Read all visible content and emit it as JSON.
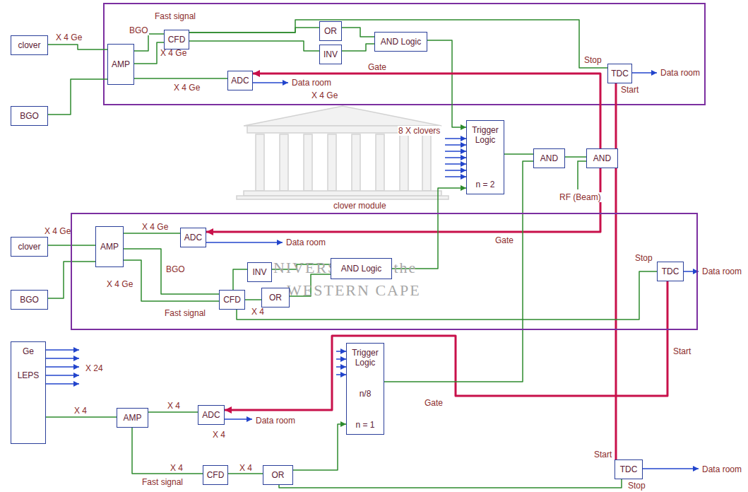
{
  "diagram": {
    "nodes": [
      {
        "text": [
          "clover"
        ]
      },
      {
        "text": [
          "BGO"
        ]
      },
      {
        "text": [
          "AMP"
        ]
      },
      {
        "text": [
          "CFD"
        ]
      },
      {
        "text": [
          "OR"
        ]
      },
      {
        "text": [
          "INV"
        ]
      },
      {
        "text": [
          "AND Logic"
        ]
      },
      {
        "text": [
          "ADC"
        ]
      },
      {
        "text": [
          "TDC"
        ]
      },
      {
        "text": [
          "Trigger Logic",
          "n = 2"
        ]
      },
      {
        "text": [
          "AND"
        ]
      },
      {
        "text": [
          "AND"
        ]
      },
      {
        "text": [
          "clover module"
        ]
      },
      {
        "text": [
          "clover"
        ]
      },
      {
        "text": [
          "BGO"
        ]
      },
      {
        "text": [
          "AMP"
        ],
        "in": 12
      },
      {
        "text": [
          "ADC"
        ],
        "in": 12
      },
      {
        "text": [
          "INV"
        ],
        "in": 12
      },
      {
        "text": [
          "AND Logic"
        ],
        "in": 12
      },
      {
        "text": [
          "CFD"
        ],
        "in": 12
      },
      {
        "text": [
          "OR"
        ],
        "in": 12
      },
      {
        "text": [
          "TDC"
        ],
        "in": 12
      },
      {
        "text": [
          "Ge",
          "LEPS"
        ]
      },
      {
        "text": [
          "AMP"
        ]
      },
      {
        "text": [
          "ADC"
        ]
      },
      {
        "text": [
          "CFD"
        ]
      },
      {
        "text": [
          "OR"
        ]
      },
      {
        "text": [
          "Trigger Logic",
          "n/8",
          "n = 1"
        ]
      },
      {
        "text": [
          "TDC"
        ]
      }
    ],
    "edges": [
      {
        "from": 0,
        "to": 2,
        "arrow": "none"
      },
      {
        "from": 1,
        "to": 2,
        "arrow": "none"
      },
      {
        "from": 2,
        "to": 3,
        "arrow": "none"
      },
      {
        "from": 2,
        "to": 3,
        "arrow": "none"
      },
      {
        "from": 2,
        "to": 7,
        "arrow": "none"
      },
      {
        "from": 3,
        "to": 4,
        "arrow": "none"
      },
      {
        "from": 3,
        "to": 5,
        "arrow": "none"
      },
      {
        "from": 4,
        "to": 6,
        "arrow": "none"
      },
      {
        "from": 5,
        "to": 6,
        "arrow": "none"
      },
      {
        "from": 3,
        "to": 8,
        "arrow": "none"
      },
      {
        "from": 6,
        "to": 9,
        "arrow": "to"
      },
      {
        "from": 9,
        "to": 10,
        "arrow": "none"
      },
      {
        "from": 10,
        "to": 11,
        "arrow": "none"
      },
      {
        "from": 11,
        "to": 7,
        "arrow": "to"
      },
      {
        "from": 11,
        "to": 8,
        "arrow": "none"
      },
      {
        "from": 11,
        "to": 16,
        "arrow": "to"
      },
      {
        "from": 11,
        "to": 28,
        "arrow": "none"
      },
      {
        "from": 13,
        "to": 15,
        "arrow": "none"
      },
      {
        "from": 14,
        "to": 15,
        "arrow": "none"
      },
      {
        "from": 15,
        "to": 16,
        "arrow": "none"
      },
      {
        "from": 15,
        "to": 19,
        "arrow": "none"
      },
      {
        "from": 15,
        "to": 19,
        "arrow": "none"
      },
      {
        "from": 19,
        "to": 17,
        "arrow": "none"
      },
      {
        "from": 19,
        "to": 20,
        "arrow": "none"
      },
      {
        "from": 17,
        "to": 18,
        "arrow": "none"
      },
      {
        "from": 20,
        "to": 18,
        "arrow": "none"
      },
      {
        "from": 18,
        "to": 9,
        "arrow": "to"
      },
      {
        "from": 19,
        "to": 21,
        "arrow": "none"
      },
      {
        "from": 21,
        "to": 24,
        "arrow": "to"
      },
      {
        "from": 22,
        "to": 23,
        "arrow": "none"
      },
      {
        "from": 23,
        "to": 24,
        "arrow": "none"
      },
      {
        "from": 23,
        "to": 25,
        "arrow": "none"
      },
      {
        "from": 25,
        "to": 26,
        "arrow": "none"
      },
      {
        "from": 26,
        "to": 27,
        "arrow": "to"
      },
      {
        "from": 26,
        "to": 28,
        "arrow": "none"
      },
      {
        "from": 27,
        "to": 10,
        "arrow": "none"
      }
    ],
    "labels": [
      "X 4 Ge",
      "Fast signal",
      "BGO",
      "X 4 Ge",
      "X 4 Ge",
      "Data room",
      "X 4 Ge",
      "Gate",
      "Stop",
      "Start",
      "Data room",
      "8 X clovers",
      "RF (Beam)",
      "X 4 Ge",
      "X 4 Ge",
      "Data room",
      "Gate",
      "BGO",
      "X 4 Ge",
      "Fast signal",
      "X 4",
      "Stop",
      "Data room",
      "Start",
      "Gate",
      "X 24",
      "X 4",
      "X 4",
      "Data room",
      "X 4",
      "X 4",
      "Fast signal",
      "X 4",
      "Start",
      "Stop",
      "Data room",
      "UNIVERSITY of the",
      "WESTERN CAPE"
    ]
  }
}
